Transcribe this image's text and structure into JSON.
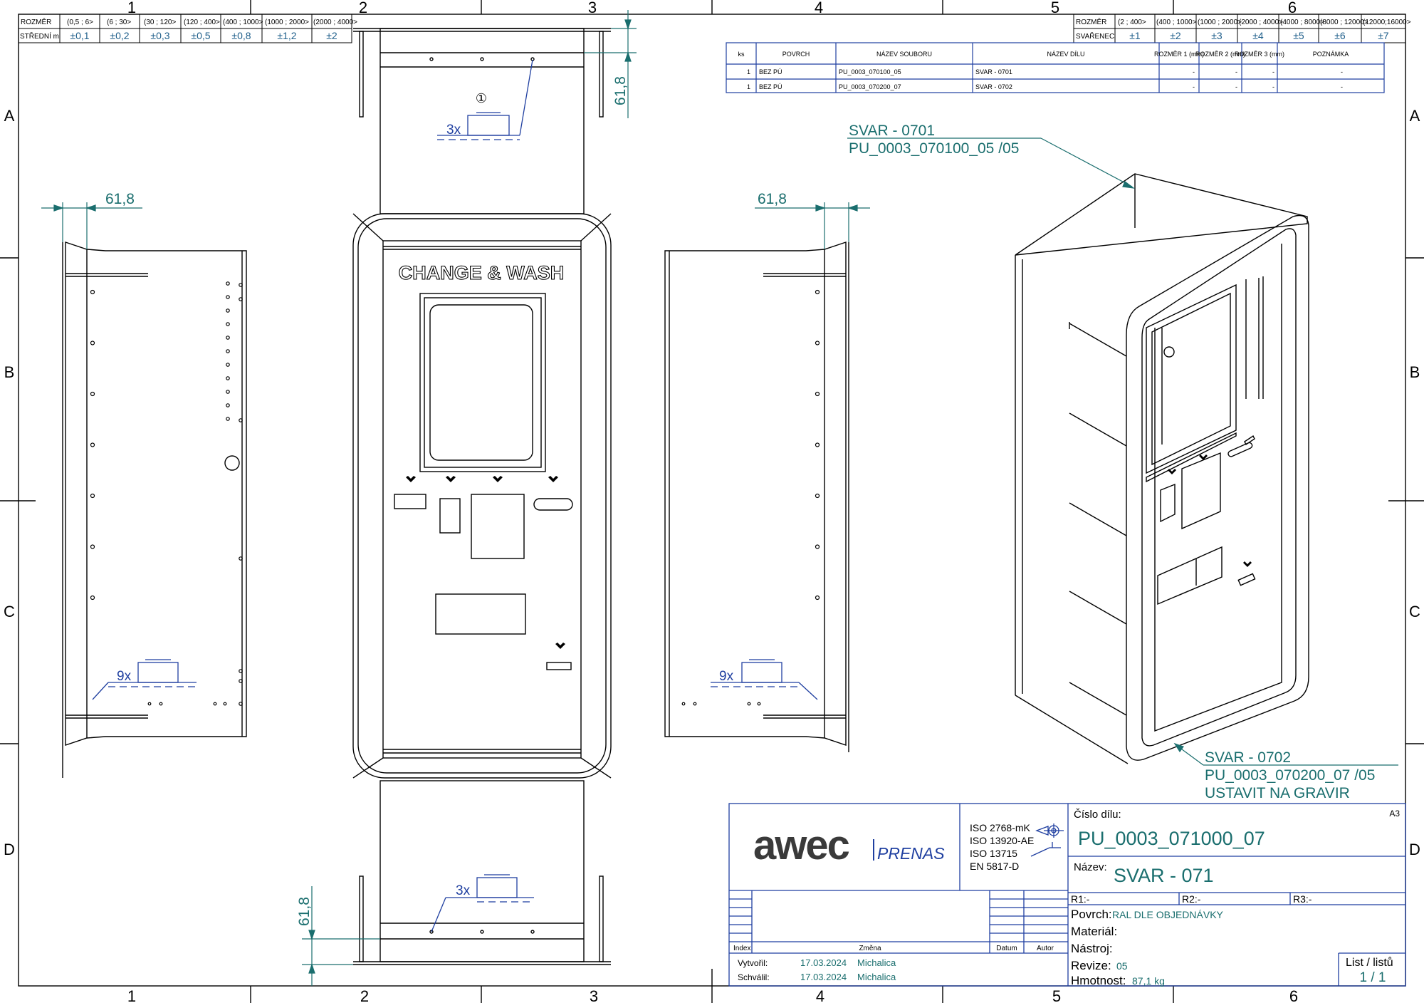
{
  "frame": {
    "zones_top": [
      "1",
      "2",
      "3",
      "4",
      "5",
      "6"
    ],
    "zones_bottom": [
      "1",
      "2",
      "3",
      "4",
      "5",
      "6"
    ],
    "zones_side": [
      "A",
      "B",
      "C",
      "D"
    ]
  },
  "tolerance_left": {
    "row1_label": "ROZMĚR",
    "row2_label": "STŘEDNÍ m",
    "ranges": [
      "(0,5 ; 6>",
      "(6 ; 30>",
      "(30 ; 120>",
      "(120 ; 400>",
      "(400 ; 1000>",
      "(1000 ; 2000>",
      "(2000 ; 4000>"
    ],
    "values": [
      "±0,1",
      "±0,2",
      "±0,3",
      "±0,5",
      "±0,8",
      "±1,2",
      "±2"
    ]
  },
  "tolerance_right": {
    "row1_label": "ROZMĚR",
    "row2_label": "SVAŘENEC",
    "ranges": [
      "(2 ; 400>",
      "(400 ; 1000>",
      "(1000 ; 2000>",
      "(2000 ; 4000>",
      "(4000 ; 8000>",
      "(8000 ; 12000>",
      "(12000;16000>"
    ],
    "values": [
      "±1",
      "±2",
      "±3",
      "±4",
      "±5",
      "±6",
      "±7"
    ]
  },
  "parts_list": {
    "headers": [
      "ks",
      "POVRCH",
      "NÁZEV SOUBORU",
      "NÁZEV DÍLU",
      "ROZMĚR 1 (mm)",
      "ROZMĚR 2 (mm)",
      "ROZMĚR 3 (mm)",
      "POZNÁMKA"
    ],
    "rows": [
      [
        "1",
        "BEZ PÚ",
        "PU_0003_070100_05",
        "SVAR - 0701",
        "-",
        "-",
        "-",
        "-"
      ],
      [
        "1",
        "BEZ PÚ",
        "PU_0003_070200_07",
        "SVAR - 0702",
        "-",
        "-",
        "-",
        "-"
      ]
    ]
  },
  "dimensions": {
    "top": "61,8",
    "left": "61,8",
    "right": "61,8",
    "bottom": "61,8"
  },
  "weld_notes": {
    "top": "3x",
    "left": "9x",
    "right": "9x",
    "bottom": "3x"
  },
  "machine": {
    "title": "CHANGE & WASH",
    "balloon": "①"
  },
  "callouts": {
    "upper_line1": "SVAR - 0701",
    "upper_line2": "PU_0003_070100_05 /05",
    "lower_line1": "SVAR - 0702",
    "lower_line2": "PU_0003_070200_07 /05",
    "lower_line3": "USTAVIT NA GRAVIR"
  },
  "title_block": {
    "logo_main": "awec",
    "logo_sub": "PRENAS",
    "standards": [
      "ISO 2768-mK",
      "ISO 13920-AE",
      "ISO 13715",
      "EN  5817-D"
    ],
    "cislo_dilu_label": "Číslo dílu:",
    "format": "A3",
    "part_number": "PU_0003_071000_07",
    "nazev_label": "Název:",
    "name": "SVAR - 071",
    "r1": "R1:-",
    "r2": "R2:-",
    "r3": "R3:-",
    "povrch_label": "Povrch:",
    "povrch_value": "RAL DLE OBJEDNÁVKY",
    "material_label": "Materiál:",
    "nastroj_label": "Nástroj:",
    "revize_label": "Revize:",
    "revize_value": "05",
    "hmotnost_label": "Hmotnost:",
    "hmotnost_value": "87,1 kg",
    "list_label": "List / listů",
    "list_value": "1  /  1",
    "rev_index": "Index",
    "rev_zmena": "Změna",
    "rev_datum": "Datum",
    "rev_autor": "Autor",
    "vytvoril_label": "Vytvořil:",
    "vytvoril_date": "17.03.2024",
    "vytvoril_name": "Michalica",
    "schvalil_label": "Schválil:",
    "schvalil_date": "17.03.2024",
    "schvalil_name": "Michalica"
  },
  "colors": {
    "dimension": "#1a6e6e",
    "annotation": "#1f3fa0",
    "value_blue": "#1f5f8b"
  }
}
